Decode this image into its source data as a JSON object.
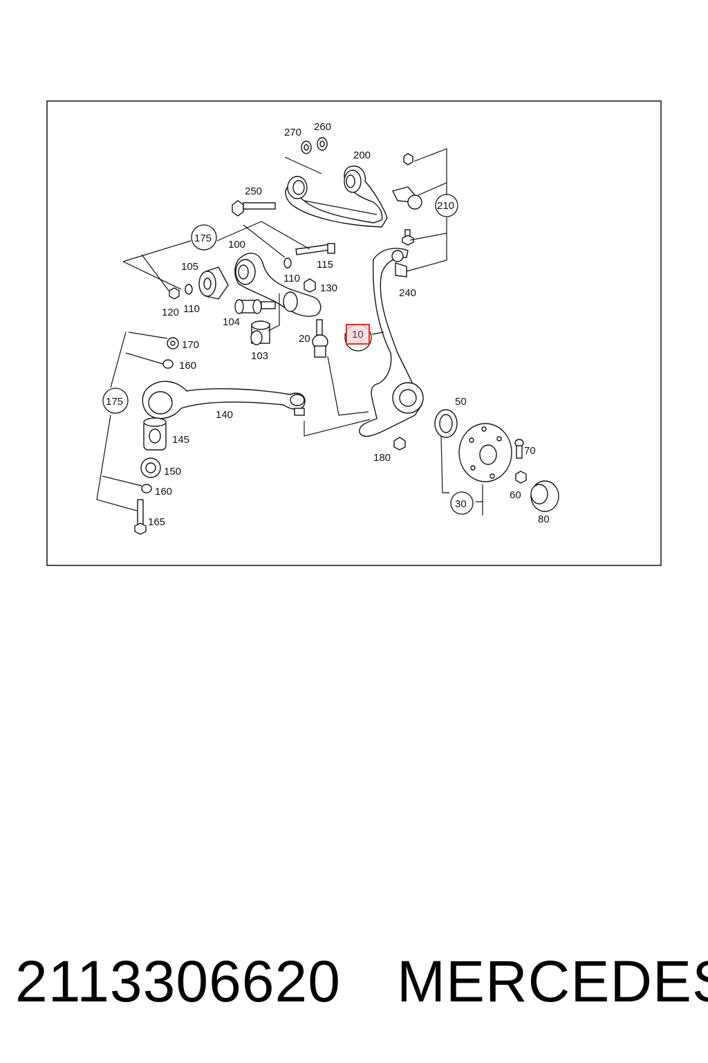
{
  "diagram": {
    "highlighted_callout": "10",
    "highlight_color": "#e0301e",
    "highlight_fill": "#f7d6df",
    "callouts": [
      {
        "id": "c270",
        "label": "270"
      },
      {
        "id": "c260",
        "label": "260"
      },
      {
        "id": "c200",
        "label": "200"
      },
      {
        "id": "c250",
        "label": "250"
      },
      {
        "id": "c210",
        "label": "210"
      },
      {
        "id": "c175a",
        "label": "175"
      },
      {
        "id": "c100",
        "label": "100"
      },
      {
        "id": "c105",
        "label": "105"
      },
      {
        "id": "c115",
        "label": "115"
      },
      {
        "id": "c110a",
        "label": "110"
      },
      {
        "id": "c130",
        "label": "130"
      },
      {
        "id": "c240",
        "label": "240"
      },
      {
        "id": "c120",
        "label": "120"
      },
      {
        "id": "c110b",
        "label": "110"
      },
      {
        "id": "c104",
        "label": "104"
      },
      {
        "id": "c20",
        "label": "20"
      },
      {
        "id": "c10",
        "label": "10"
      },
      {
        "id": "c170",
        "label": "170"
      },
      {
        "id": "c103",
        "label": "103"
      },
      {
        "id": "c160a",
        "label": "160"
      },
      {
        "id": "c175b",
        "label": "175"
      },
      {
        "id": "c140",
        "label": "140"
      },
      {
        "id": "c50",
        "label": "50"
      },
      {
        "id": "c145",
        "label": "145"
      },
      {
        "id": "c70",
        "label": "70"
      },
      {
        "id": "c180",
        "label": "180"
      },
      {
        "id": "c150",
        "label": "150"
      },
      {
        "id": "c160b",
        "label": "160"
      },
      {
        "id": "c60",
        "label": "60"
      },
      {
        "id": "c30",
        "label": "30"
      },
      {
        "id": "c165",
        "label": "165"
      },
      {
        "id": "c80",
        "label": "80"
      }
    ]
  },
  "footer": {
    "part_number": "2113306620",
    "brand": "MERCEDES"
  }
}
